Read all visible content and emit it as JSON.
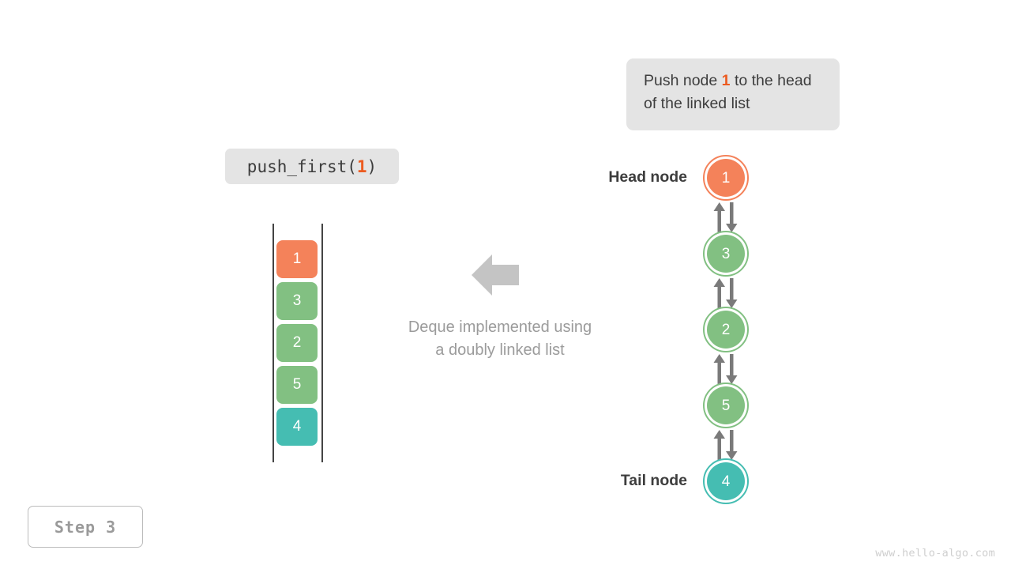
{
  "meta": {
    "watermark": "www.hello-algo.com",
    "step_badge": "Step 3"
  },
  "colors": {
    "accent_orange": "#f4825a",
    "highlight_orange": "#ec5b20",
    "green": "#82c082",
    "teal": "#45bdb2",
    "callout_bg": "#e4e4e4",
    "text_dark": "#3d3d3d",
    "text_muted": "#9b9b9b",
    "rail": "#444444",
    "arrow_gray": "#c4c4c4",
    "link_arrow": "#7a7a7a"
  },
  "operation": {
    "code_label_prefix": "push_first(",
    "code_label_arg": "1",
    "code_label_suffix": ")",
    "tooltip_prefix": "Push node ",
    "tooltip_value": "1",
    "tooltip_suffix": " to the head of the linked list"
  },
  "center": {
    "caption_line1": "Deque implemented using",
    "caption_line2": "a doubly linked list",
    "arrow_icon": "arrow-left-icon"
  },
  "stack_view": {
    "cells": [
      {
        "value": "1",
        "color": "#f4825a"
      },
      {
        "value": "3",
        "color": "#82c082"
      },
      {
        "value": "2",
        "color": "#82c082"
      },
      {
        "value": "5",
        "color": "#82c082"
      },
      {
        "value": "4",
        "color": "#45bdb2"
      }
    ]
  },
  "linked_list": {
    "head_label": "Head node",
    "tail_label": "Tail node",
    "nodes": [
      {
        "value": "1",
        "color": "#f4825a",
        "role": "head"
      },
      {
        "value": "3",
        "color": "#82c082",
        "role": "middle"
      },
      {
        "value": "2",
        "color": "#82c082",
        "role": "middle"
      },
      {
        "value": "5",
        "color": "#82c082",
        "role": "middle"
      },
      {
        "value": "4",
        "color": "#45bdb2",
        "role": "tail"
      }
    ],
    "link_count": 4,
    "link_icon": "double-arrow-vertical-icon"
  }
}
